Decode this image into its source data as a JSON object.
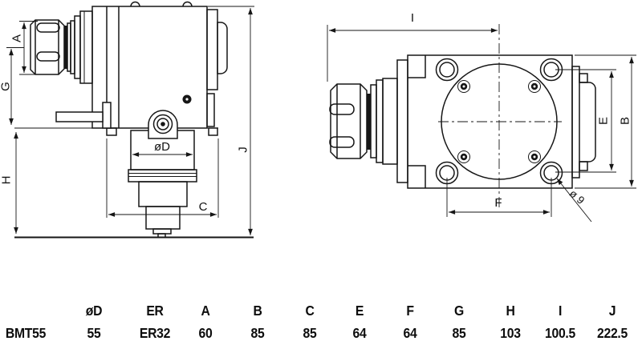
{
  "dims": {
    "a": "A",
    "g": "G",
    "h": "H",
    "j": "J",
    "d_label": "øD",
    "c": "C",
    "i": "I",
    "e": "E",
    "b": "B",
    "f": "F",
    "hole_dia": "ø 9"
  },
  "table": {
    "row_header": "BMT55",
    "columns": [
      {
        "header": "øD",
        "value": "55"
      },
      {
        "header": "ER",
        "value": "ER32"
      },
      {
        "header": "A",
        "value": "60"
      },
      {
        "header": "B",
        "value": "85"
      },
      {
        "header": "C",
        "value": "85"
      },
      {
        "header": "E",
        "value": "64"
      },
      {
        "header": "F",
        "value": "64"
      },
      {
        "header": "G",
        "value": "85"
      },
      {
        "header": "H",
        "value": "103"
      },
      {
        "header": "I",
        "value": "100.5"
      },
      {
        "header": "J",
        "value": "222.5"
      }
    ]
  },
  "colors": {
    "line": "#161616",
    "background": "#ffffff"
  }
}
